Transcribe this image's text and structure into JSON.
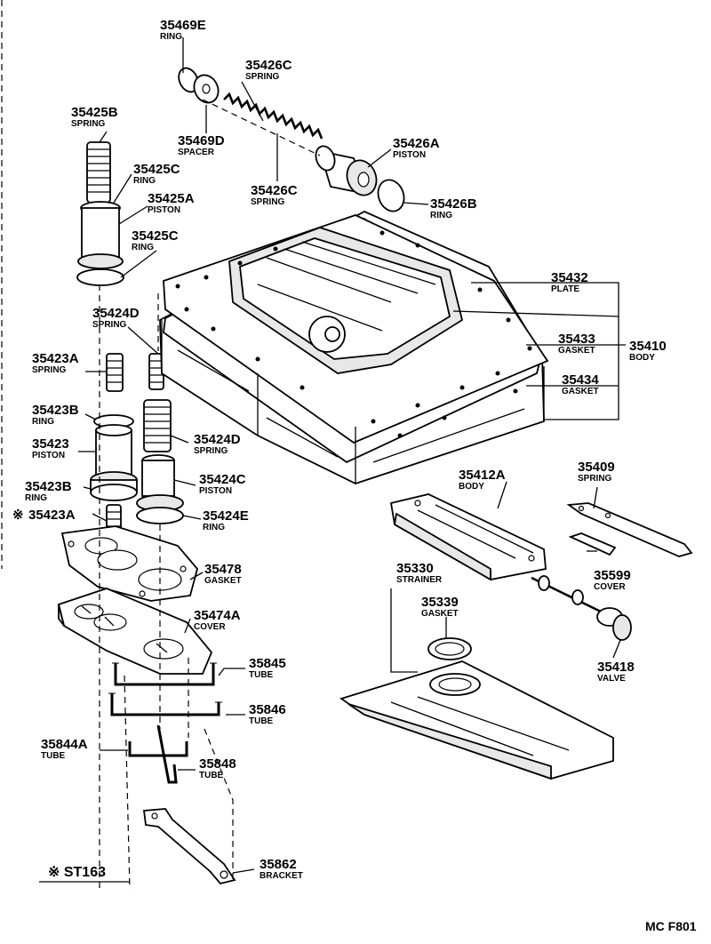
{
  "labels": [
    {
      "id": "35469E",
      "number": "35469E",
      "name": "RING"
    },
    {
      "id": "35426C-top",
      "number": "35426C",
      "name": "SPRING"
    },
    {
      "id": "35425B",
      "number": "35425B",
      "name": "SPRING"
    },
    {
      "id": "35425C-top",
      "number": "35425C",
      "name": "RING"
    },
    {
      "id": "35425A",
      "number": "35425A",
      "name": "PISTON"
    },
    {
      "id": "35469D",
      "number": "35469D",
      "name": "SPACER"
    },
    {
      "id": "35426A",
      "number": "35426A",
      "name": "PISTON"
    },
    {
      "id": "35426C-bot",
      "number": "35426C",
      "name": "SPRING"
    },
    {
      "id": "35426B",
      "number": "35426B",
      "name": "RING"
    },
    {
      "id": "35425C-bot",
      "number": "35425C",
      "name": "RING"
    },
    {
      "id": "35432",
      "number": "35432",
      "name": "PLATE"
    },
    {
      "id": "35424D-top",
      "number": "35424D",
      "name": "SPRING"
    },
    {
      "id": "35433",
      "number": "35433",
      "name": "GASKET"
    },
    {
      "id": "35410",
      "number": "35410",
      "name": "BODY"
    },
    {
      "id": "35423A-top",
      "number": "35423A",
      "name": "SPRING"
    },
    {
      "id": "35434",
      "number": "35434",
      "name": "GASKET"
    },
    {
      "id": "35423B-top",
      "number": "35423B",
      "name": "RING"
    },
    {
      "id": "35423",
      "number": "35423",
      "name": "PISTON"
    },
    {
      "id": "35424D-bot",
      "number": "35424D",
      "name": "SPRING"
    },
    {
      "id": "35409",
      "number": "35409",
      "name": "SPRING"
    },
    {
      "id": "35412A",
      "number": "35412A",
      "name": "BODY"
    },
    {
      "id": "35424C",
      "number": "35424C",
      "name": "PISTON"
    },
    {
      "id": "35423B-bot",
      "number": "35423B",
      "name": "RING"
    },
    {
      "id": "35423A-bot",
      "number": "35423A",
      "name": "",
      "prefix": "※"
    },
    {
      "id": "35424E",
      "number": "35424E",
      "name": "RING"
    },
    {
      "id": "35599",
      "number": "35599",
      "name": "COVER"
    },
    {
      "id": "35478",
      "number": "35478",
      "name": "GASKET"
    },
    {
      "id": "35330",
      "number": "35330",
      "name": "STRAINER"
    },
    {
      "id": "35339",
      "number": "35339",
      "name": "GASKET"
    },
    {
      "id": "35474A",
      "number": "35474A",
      "name": "COVER"
    },
    {
      "id": "35418",
      "number": "35418",
      "name": "VALVE"
    },
    {
      "id": "35845",
      "number": "35845",
      "name": "TUBE"
    },
    {
      "id": "35846",
      "number": "35846",
      "name": "TUBE"
    },
    {
      "id": "35844A",
      "number": "35844A",
      "name": "TUBE"
    },
    {
      "id": "35848",
      "number": "35848",
      "name": "TUBE"
    },
    {
      "id": "35862",
      "number": "35862",
      "name": "BRACKET"
    }
  ],
  "footnote": "※ ST163",
  "drawing_code": "MC F801"
}
